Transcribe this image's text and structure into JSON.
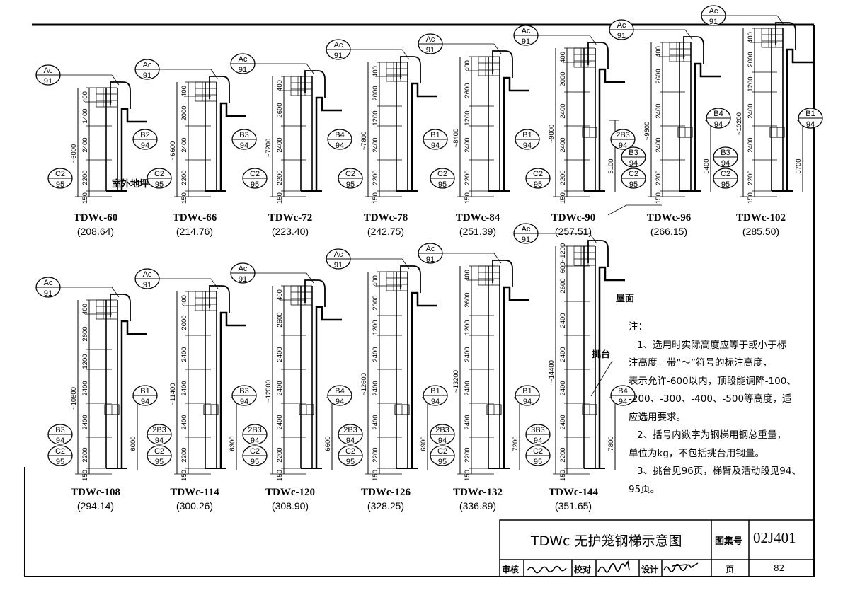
{
  "sheet": {
    "title": "TDWc 无护笼钢梯示意图",
    "atlas_label": "图集号",
    "atlas_no": "02J401",
    "page_label": "页",
    "page_no": "82",
    "review_label": "审核",
    "check_label": "校对",
    "design_label": "设计"
  },
  "labels": {
    "outdoor_ground": "室外地坪",
    "roof": "屋面",
    "platform": "挑台"
  },
  "notes": {
    "heading": "注：",
    "lines": [
      "1、选用时实际高度应等于或小于标",
      "注高度。带“～”符号的标注高度，",
      "表示允许-600以内，顶段能调降-100、",
      "-200、-300、-400、-500等高度，适",
      "应选用要求。",
      "2、括号内数字为钢梯用钢总重量，",
      "单位为kg，不包括挑台用钢量。",
      "3、挑台见96页，梯臂及活动段见94、",
      "95页。"
    ]
  },
  "ladders": [
    {
      "name": "TDWc-60",
      "weight": "(208.64)",
      "total": "~6000",
      "segs": [
        "400",
        "1400",
        "2400",
        "2200"
      ],
      "base": "150",
      "refs": [
        [
          "Ac",
          "91"
        ],
        [
          "B2",
          "94"
        ],
        [
          "C2",
          "95"
        ]
      ],
      "side": null
    },
    {
      "name": "TDWc-66",
      "weight": "(214.76)",
      "total": "~6600",
      "segs": [
        "400",
        "2000",
        "2400",
        "2200"
      ],
      "base": "150",
      "refs": [
        [
          "Ac",
          "91"
        ],
        [
          "B3",
          "94"
        ],
        [
          "C2",
          "95"
        ]
      ],
      "side": null
    },
    {
      "name": "TDWc-72",
      "weight": "(223.40)",
      "total": "~7200",
      "segs": [
        "400",
        "2600",
        "2400",
        "2200"
      ],
      "base": "150",
      "refs": [
        [
          "Ac",
          "91"
        ],
        [
          "B4",
          "94"
        ],
        [
          "C2",
          "95"
        ]
      ],
      "side": null
    },
    {
      "name": "TDWc-78",
      "weight": "(242.75)",
      "total": "~7800",
      "segs": [
        "400",
        "2000",
        "1200",
        "2400",
        "2200"
      ],
      "base": "150",
      "refs": [
        [
          "Ac",
          "91"
        ],
        [
          "B1",
          "94"
        ],
        [
          "C2",
          "95"
        ]
      ],
      "side": null
    },
    {
      "name": "TDWc-84",
      "weight": "(251.39)",
      "total": "~8400",
      "segs": [
        "400",
        "2600",
        "1200",
        "2400",
        "2200"
      ],
      "base": "150",
      "refs": [
        [
          "Ac",
          "91"
        ],
        [
          "B1",
          "94"
        ],
        [
          "C2",
          "95"
        ]
      ],
      "side": null
    },
    {
      "name": "TDWc-90",
      "weight": "(257.51)",
      "total": "~9000",
      "segs": [
        "400",
        "2000",
        "2400",
        "2400",
        "2200"
      ],
      "base": "150",
      "refs": [
        [
          "Ac",
          "91"
        ],
        [
          "2B3",
          "94"
        ],
        [
          "C2",
          "95"
        ]
      ],
      "side": "5100"
    },
    {
      "name": "TDWc-96",
      "weight": "(266.15)",
      "total": "~9600",
      "segs": [
        "400",
        "2600",
        "2400",
        "2400",
        "2200"
      ],
      "base": "150",
      "refs": [
        [
          "Ac",
          "91"
        ],
        [
          "B4",
          "94"
        ],
        [
          "B3",
          "94"
        ],
        [
          "C2",
          "95"
        ]
      ],
      "side": "5400"
    },
    {
      "name": "TDWc-102",
      "weight": "(285.50)",
      "total": "~10200",
      "segs": [
        "400",
        "2000",
        "1200",
        "2400",
        "2400",
        "2200"
      ],
      "base": "150",
      "refs": [
        [
          "Ac",
          "91"
        ],
        [
          "B1",
          "94"
        ],
        [
          "B3",
          "94"
        ],
        [
          "C2",
          "95"
        ]
      ],
      "side": "5700"
    },
    {
      "name": "TDWc-108",
      "weight": "(294.14)",
      "total": "~10800",
      "segs": [
        "400",
        "2600",
        "1200",
        "2400",
        "2400",
        "2200"
      ],
      "base": "150",
      "refs": [
        [
          "Ac",
          "91"
        ],
        [
          "B1",
          "94"
        ],
        [
          "B3",
          "94"
        ],
        [
          "C2",
          "95"
        ]
      ],
      "side": "6000"
    },
    {
      "name": "TDWc-114",
      "weight": "(300.26)",
      "total": "~11400",
      "segs": [
        "400",
        "2000",
        "2400",
        "2400",
        "2400",
        "2200"
      ],
      "base": "150",
      "refs": [
        [
          "Ac",
          "91"
        ],
        [
          "B3",
          "94"
        ],
        [
          "2B3",
          "94"
        ],
        [
          "C2",
          "95"
        ]
      ],
      "side": "6300"
    },
    {
      "name": "TDWc-120",
      "weight": "(308.90)",
      "total": "~12000",
      "segs": [
        "400",
        "2600",
        "2400",
        "2400",
        "2400",
        "2200"
      ],
      "base": "150",
      "refs": [
        [
          "Ac",
          "91"
        ],
        [
          "B4",
          "94"
        ],
        [
          "2B3",
          "94"
        ],
        [
          "C2",
          "95"
        ]
      ],
      "side": "6600"
    },
    {
      "name": "TDWc-126",
      "weight": "(328.25)",
      "total": "~12600",
      "segs": [
        "400",
        "2000",
        "1200",
        "2400",
        "2400",
        "2400",
        "2200"
      ],
      "base": "150",
      "refs": [
        [
          "Ac",
          "91"
        ],
        [
          "B1",
          "94"
        ],
        [
          "2B3",
          "94"
        ],
        [
          "C2",
          "95"
        ]
      ],
      "side": "6900"
    },
    {
      "name": "TDWc-132",
      "weight": "(336.89)",
      "total": "~13200",
      "segs": [
        "400",
        "2600",
        "1200",
        "2400",
        "2400",
        "2400",
        "2200"
      ],
      "base": "150",
      "refs": [
        [
          "Ac",
          "91"
        ],
        [
          "B1",
          "94"
        ],
        [
          "2B3",
          "94"
        ],
        [
          "C2",
          "95"
        ]
      ],
      "side": "7200"
    },
    {
      "name": "TDWc-144",
      "weight": "(351.65)",
      "total": "~14400",
      "segs": [
        "600~1200",
        "2600",
        "2400",
        "2400",
        "2400",
        "2400",
        "2200"
      ],
      "base": "150",
      "refs": [
        [
          "Ac",
          "91"
        ],
        [
          "B4",
          "94"
        ],
        [
          "3B3",
          "94"
        ],
        [
          "C2",
          "95"
        ]
      ],
      "side": "7800"
    }
  ]
}
